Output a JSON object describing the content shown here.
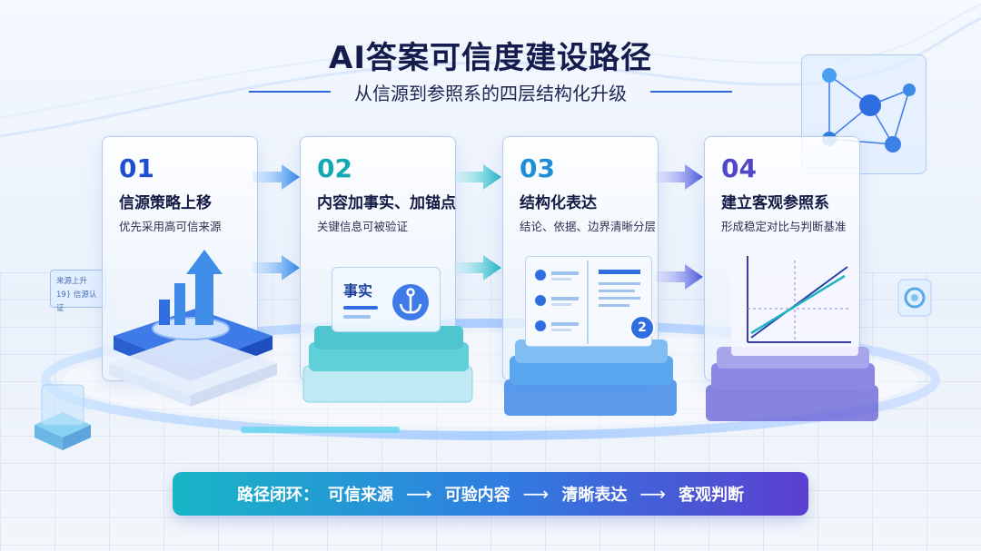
{
  "title": "AI答案可信度建设路径",
  "subtitle": "从信源到参照系的四层结构化升级",
  "steps": [
    {
      "num": "01",
      "title": "信源策略上移",
      "desc": "优先采用高可信来源",
      "color": "#1c4fd0"
    },
    {
      "num": "02",
      "title": "内容加事实、加锚点",
      "desc": "关键信息可被验证",
      "color": "#14a8b3"
    },
    {
      "num": "03",
      "title": "结构化表达",
      "desc": "结论、依据、边界清晰分层",
      "color": "#1e8fd6"
    },
    {
      "num": "04",
      "title": "建立客观参照系",
      "desc": "形成稳定对比与判断基准",
      "color": "#5046c8"
    }
  ],
  "fact_card_label": "事实",
  "doc_badge_number": "2",
  "left_badge": {
    "line1": "来源上升",
    "line2": "19} 信源认证"
  },
  "loop": {
    "label": "路径闭环：",
    "items": [
      "可信来源",
      "可验内容",
      "清晰表达",
      "客观判断"
    ],
    "arrow": "⟶"
  },
  "icons": [
    "bar-chart-arrow-icon",
    "anchor-icon",
    "document-list-icon",
    "line-chart-icon",
    "molecule-network-icon",
    "ring-target-icon",
    "cube-icon"
  ]
}
